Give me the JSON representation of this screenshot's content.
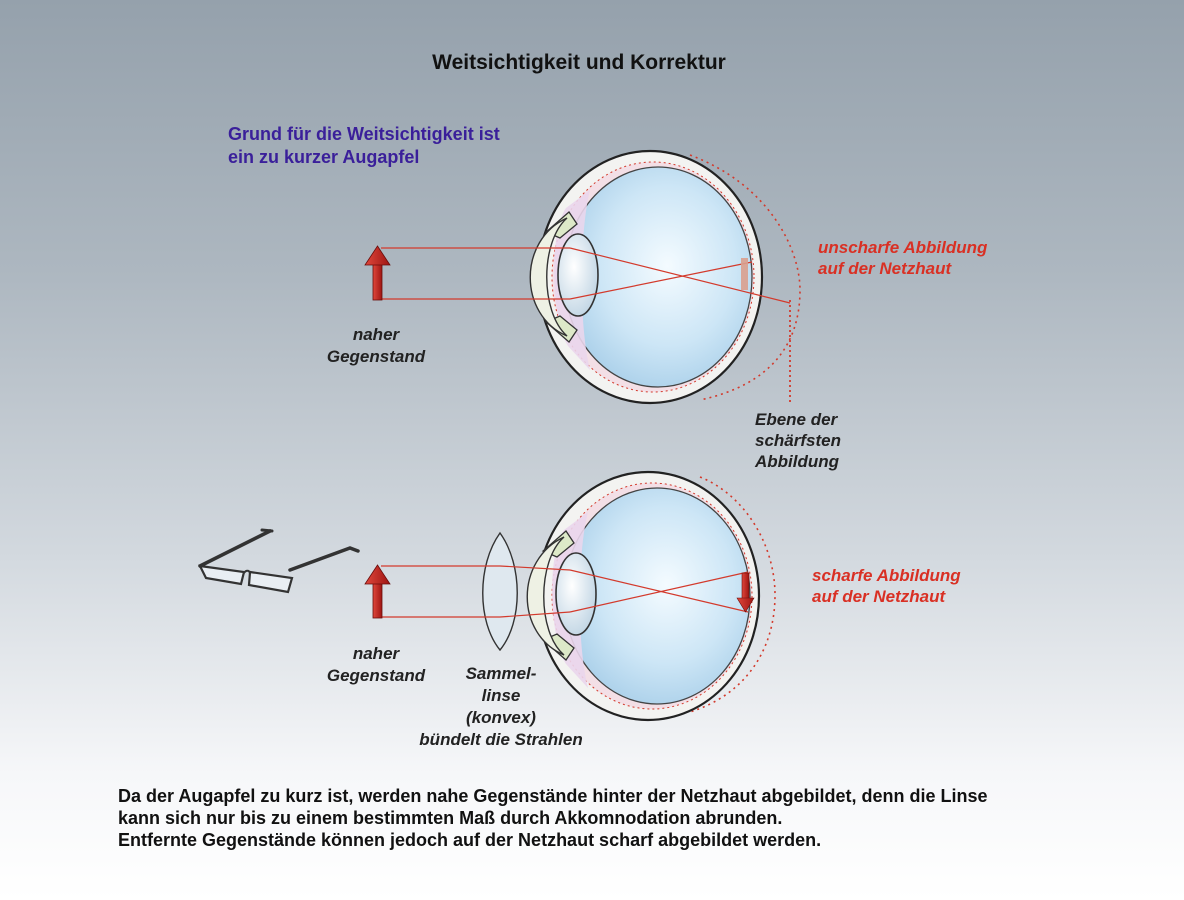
{
  "title": "Weitsichtigkeit und Korrektur",
  "reason": {
    "line1": "Grund für die Weitsichtigkeit ist",
    "line2": "ein zu kurzer Augapfel"
  },
  "top_eye": {
    "object_label_1": "naher",
    "object_label_2": "Gegenstand",
    "image_label_1": "unscharfe Abbildung",
    "image_label_2": "auf der Netzhaut",
    "plane_label_1": "Ebene der",
    "plane_label_2": "schärfsten",
    "plane_label_3": "Abbildung"
  },
  "bottom_eye": {
    "object_label_1": "naher",
    "object_label_2": "Gegenstand",
    "lens_label_1": "Sammel-",
    "lens_label_2": "linse",
    "lens_label_3": "(konvex)",
    "lens_label_4": "bündelt die Strahlen",
    "image_label_1": "scharfe Abbildung",
    "image_label_2": "auf der Netzhaut"
  },
  "explanation": {
    "line1": "Da der Augapfel zu kurz ist, werden nahe Gegenstände hinter der Netzhaut abgebildet, denn die Linse",
    "line2": "kann sich nur bis zu einem bestimmten Maß durch Akkomnodation abrunden.",
    "line3": "Entfernte Gegenstände können jedoch auf der Netzhaut scharf abgebildet werden."
  },
  "colors": {
    "ray": "#d33a2c",
    "arrow": "#c8231d",
    "reason_text": "#3a1f9a",
    "label_red": "#d93024"
  }
}
